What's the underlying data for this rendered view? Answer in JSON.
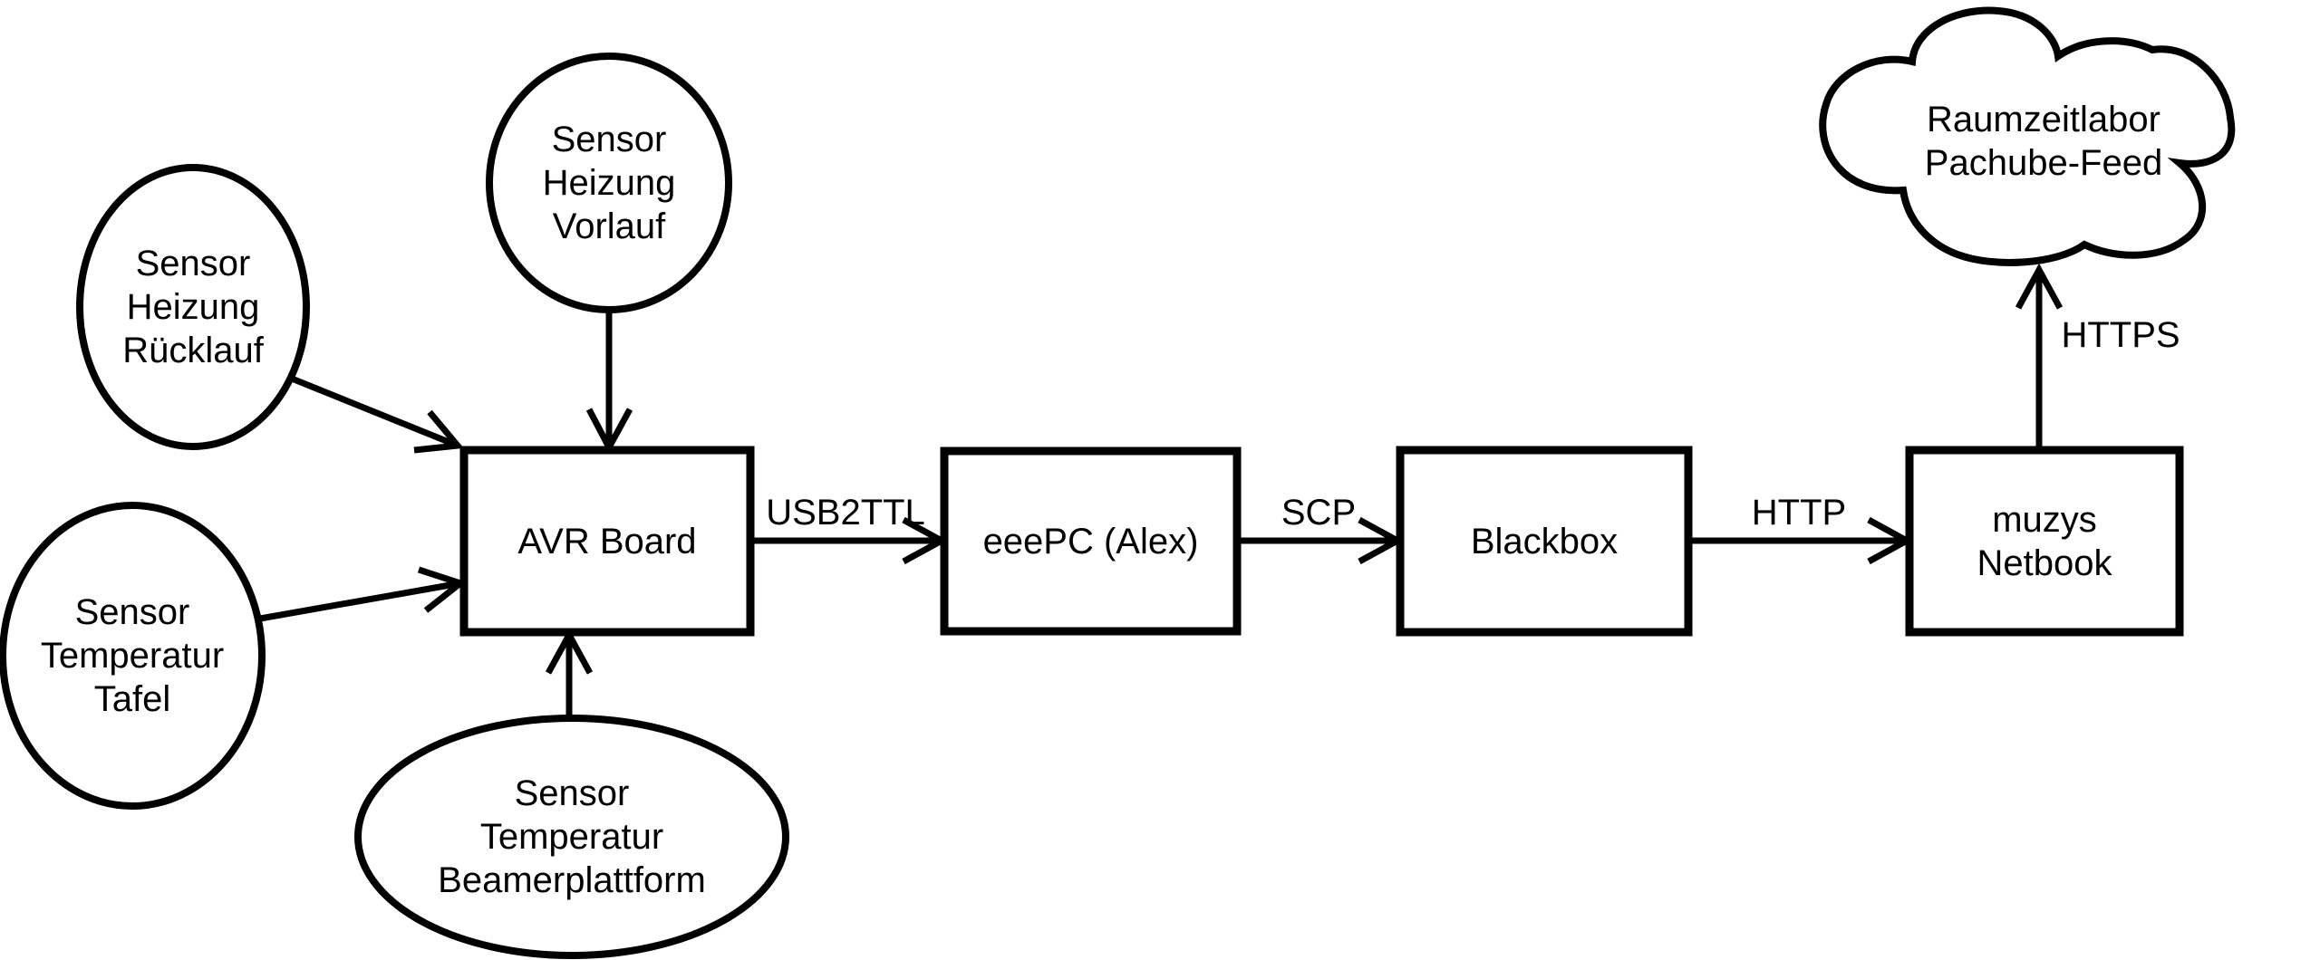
{
  "diagram": {
    "title": "Sensor data flow to Pachube feed",
    "background_color": "#ffffff",
    "stroke_color": "#000000",
    "nodes": {
      "sensor_heizung_ruecklauf": {
        "shape": "circle",
        "label": "Sensor\nHeizung\nRücklauf"
      },
      "sensor_heizung_vorlauf": {
        "shape": "circle",
        "label": "Sensor\nHeizung\nVorlauf"
      },
      "sensor_temperatur_tafel": {
        "shape": "circle",
        "label": "Sensor\nTemperatur\nTafel"
      },
      "sensor_temperatur_beamerplattform": {
        "shape": "ellipse",
        "label": "Sensor\nTemperatur\nBeamerplattform"
      },
      "avr_board": {
        "shape": "rect",
        "label": "AVR Board"
      },
      "eeepc": {
        "shape": "rect",
        "label": "eeePC (Alex)"
      },
      "blackbox": {
        "shape": "rect",
        "label": "Blackbox"
      },
      "muzys_netbook": {
        "shape": "rect",
        "label": "muzys\nNetbook"
      },
      "pachube_cloud": {
        "shape": "cloud",
        "label": "Raumzeitlabor\nPachube-Feed"
      }
    },
    "edges": [
      {
        "from": "sensor_heizung_ruecklauf",
        "to": "avr_board",
        "label": ""
      },
      {
        "from": "sensor_heizung_vorlauf",
        "to": "avr_board",
        "label": ""
      },
      {
        "from": "sensor_temperatur_tafel",
        "to": "avr_board",
        "label": ""
      },
      {
        "from": "sensor_temperatur_beamerplattform",
        "to": "avr_board",
        "label": ""
      },
      {
        "from": "avr_board",
        "to": "eeepc",
        "label": "USB2TTL"
      },
      {
        "from": "eeepc",
        "to": "blackbox",
        "label": "SCP"
      },
      {
        "from": "blackbox",
        "to": "muzys_netbook",
        "label": "HTTP"
      },
      {
        "from": "muzys_netbook",
        "to": "pachube_cloud",
        "label": "HTTPS"
      }
    ]
  }
}
